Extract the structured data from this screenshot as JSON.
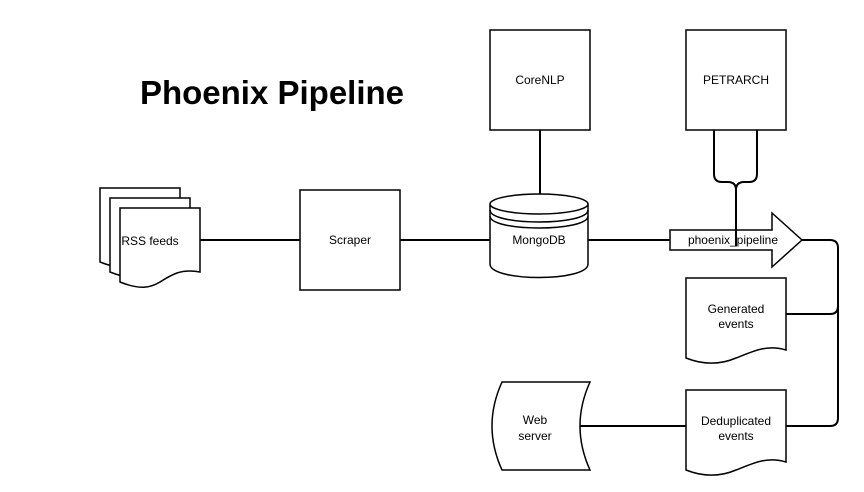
{
  "diagram": {
    "title": "Phoenix Pipeline",
    "nodes": {
      "rss": {
        "label": "RSS feeds"
      },
      "scraper": {
        "label": "Scraper"
      },
      "mongodb": {
        "label": "MongoDB"
      },
      "corenlp": {
        "label": "CoreNLP"
      },
      "petrarch": {
        "label": "PETRARCH"
      },
      "phoenix": {
        "label": "phoenix_pipeline"
      },
      "generated": {
        "line1": "Generated",
        "line2": "events"
      },
      "dedup": {
        "line1": "Deduplicated",
        "line2": "events"
      },
      "web": {
        "line1": "Web",
        "line2": "server"
      }
    },
    "edges": [
      {
        "from": "RSS feeds",
        "to": "Scraper"
      },
      {
        "from": "Scraper",
        "to": "MongoDB"
      },
      {
        "from": "CoreNLP",
        "to": "MongoDB"
      },
      {
        "from": "MongoDB",
        "to": "phoenix_pipeline"
      },
      {
        "from": "PETRARCH",
        "to": "phoenix_pipeline"
      },
      {
        "from": "phoenix_pipeline",
        "to": "Generated events"
      },
      {
        "from": "phoenix_pipeline",
        "to": "Deduplicated events"
      },
      {
        "from": "Deduplicated events",
        "to": "Web server"
      }
    ]
  }
}
